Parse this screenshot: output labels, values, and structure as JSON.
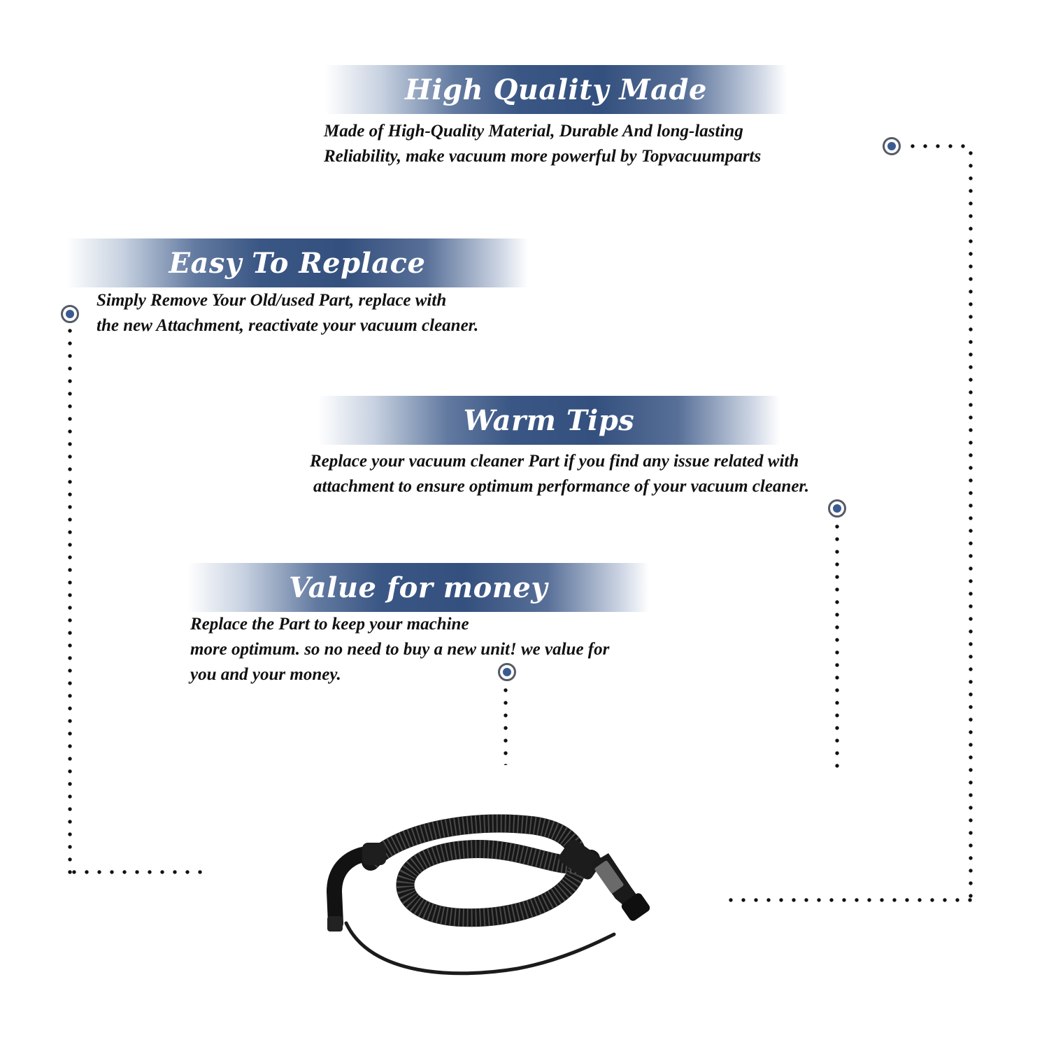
{
  "sections": [
    {
      "title": "High Quality Made",
      "lines": [
        "Made of  High-Quality Material, Durable And long-lasting",
        "Reliability, make vacuum more powerful by Topvacuumparts"
      ]
    },
    {
      "title": "Easy To Replace",
      "lines": [
        "Simply Remove Your Old/used Part, replace with",
        "the new Attachment, reactivate your vacuum cleaner."
      ]
    },
    {
      "title": "Warm Tips",
      "lines": [
        "Replace your vacuum cleaner Part if you find any issue related with",
        "attachment to ensure optimum performance of your vacuum cleaner."
      ]
    },
    {
      "title": "Value for money",
      "lines": [
        "Replace the Part to keep your machine",
        "more optimum. so no need to buy a new unit! we value for",
        "you and your money."
      ]
    }
  ],
  "colors": {
    "banner_blue": "#3a5282",
    "marker_blue": "#3a5a92",
    "text": "#111111"
  },
  "product_image": "vacuum-hose-icon"
}
